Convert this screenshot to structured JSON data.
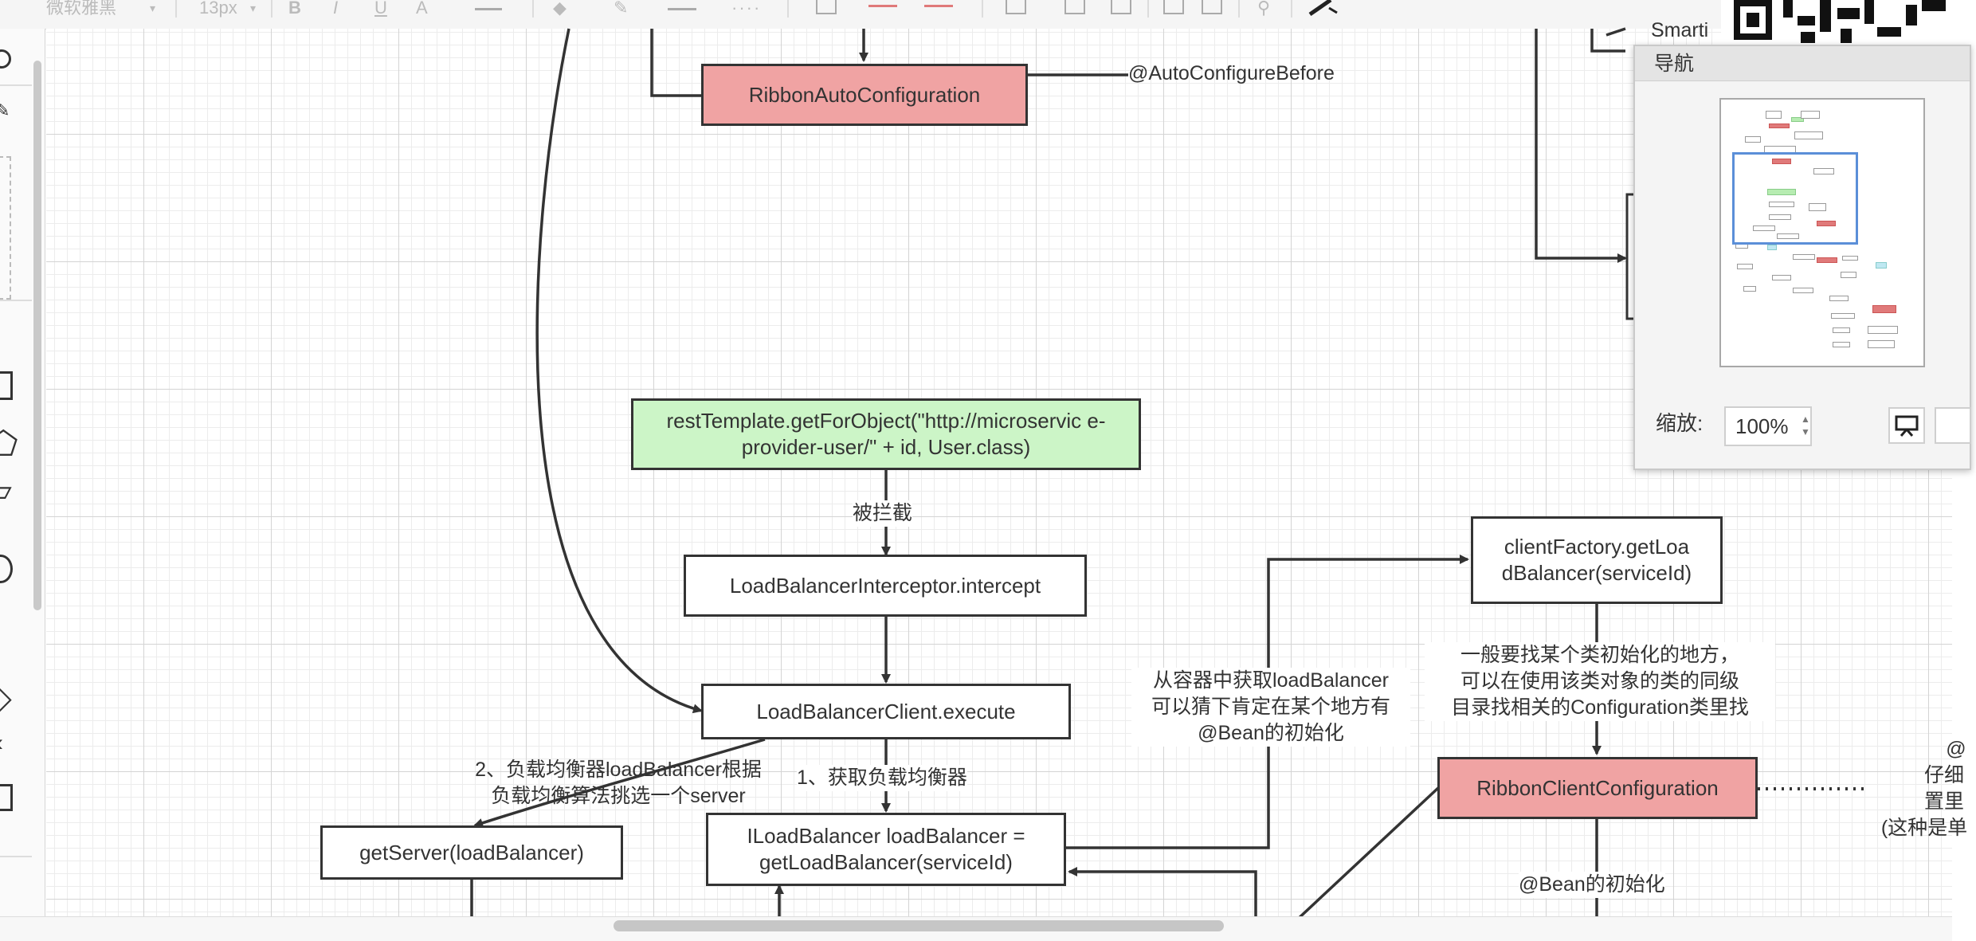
{
  "toolbar": {
    "font_family": "微软雅黑",
    "font_size": "13px",
    "bold": "B",
    "italic": "I",
    "underline": "U",
    "font_color": "A"
  },
  "nodes": {
    "ribbon_auto": "RibbonAutoConfiguration",
    "rest_template": "restTemplate.getForObject(\"http://microservic e-provider-user/\" + id, User.class)",
    "lb_interceptor": "LoadBalancerInterceptor.intercept",
    "lb_client_execute": "LoadBalancerClient.execute",
    "get_server": "getServer(loadBalancer)",
    "ilb": "ILoadBalancer loadBalancer = getLoadBalancer(serviceId)",
    "client_factory": "clientFactory.getLoa dBalancer(serviceId)",
    "ribbon_client_config": "RibbonClientConfiguration",
    "smart_partial": "Smarti"
  },
  "edge_labels": {
    "autoconfigure_before": "@AutoConfigureBefore",
    "intercepted": "被拦截",
    "get_lb": "1、获取负载均衡器",
    "choose_server_1": "2、负载均衡器loadBalancer根据",
    "choose_server_2": "负载均衡算法挑选一个server",
    "from_container_1": "从容器中获取loadBalancer",
    "from_container_2": "可以猜下肯定在某个地方有",
    "from_container_3": "@Bean的初始化",
    "find_init_1": "一般要找某个类初始化的地方，",
    "find_init_2": "可以在使用该类对象的类的同级",
    "find_init_3": "目录找相关的Configuration类里找",
    "bean_init": "@Bean的初始化",
    "right_note_1": "@",
    "right_note_2": "仔细",
    "right_note_3": "置里",
    "right_note_4": "(这种是单"
  },
  "navigator": {
    "title": "导航",
    "zoom_label": "缩放:",
    "zoom_value": "100%"
  },
  "colors": {
    "red_node": "#f0a3a3",
    "green_node": "#ccf5c7",
    "viewport": "#5b8fd8"
  }
}
